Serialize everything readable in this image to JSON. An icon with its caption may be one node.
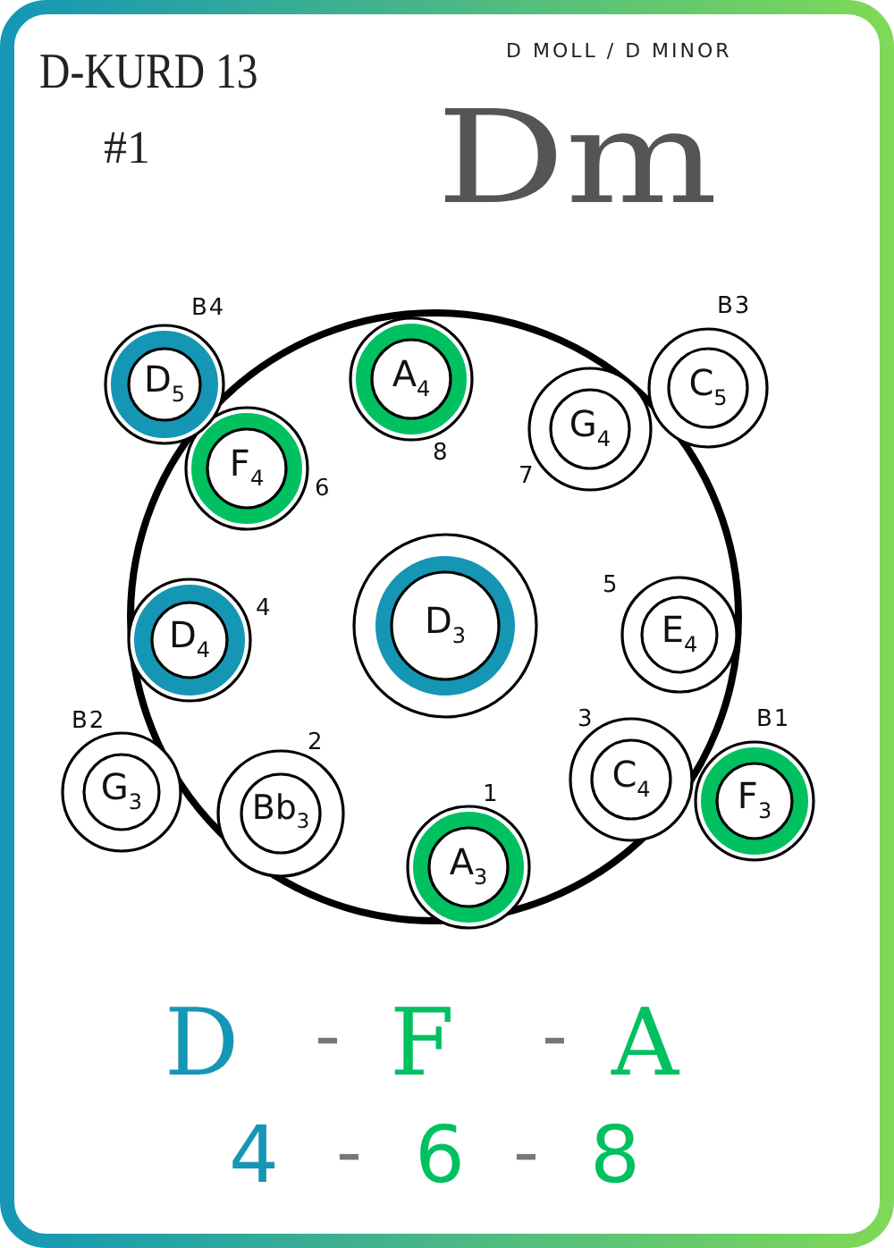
{
  "diagram": {
    "title": "D-KURD 13",
    "nodes": [
      {
        "text": [],
        "shape": "circle"
      },
      {
        "text": [
          "D$_{5}$"
        ],
        "beside": [
          "B4"
        ]
      },
      {
        "text": [
          "A$_{4}$"
        ],
        "beside": [
          "8"
        ],
        "in": 0
      },
      {
        "text": [
          "C$_{5}$"
        ],
        "beside": [
          "B3"
        ]
      },
      {
        "text": [
          "G$_{4}$"
        ],
        "beside": [
          "7"
        ],
        "in": 0
      },
      {
        "text": [
          "F$_{4}$"
        ],
        "beside": [
          "6"
        ],
        "in": 0
      },
      {
        "text": [
          "E$_{4}$"
        ],
        "beside": [
          "5"
        ],
        "in": 0
      },
      {
        "text": [
          "D$_{3}$"
        ],
        "in": 0
      },
      {
        "text": [
          "D$_{4}$"
        ],
        "beside": [
          "4"
        ],
        "in": 0
      },
      {
        "text": [
          "G$_{3}$"
        ],
        "beside": [
          "B2"
        ]
      },
      {
        "text": [
          "Bb$_{3}$"
        ],
        "beside": [
          "2"
        ],
        "in": 0
      },
      {
        "text": [
          "C$_{4}$"
        ],
        "beside": [
          "3"
        ],
        "in": 0
      },
      {
        "text": [
          "F$_{3}$"
        ],
        "beside": [
          "B1"
        ]
      },
      {
        "text": [
          "A$_{3}$"
        ],
        "beside": [
          "1"
        ],
        "in": 0
      }
    ],
    "labels": [
      "#1",
      "D MOLL / D MINOR",
      "Dm",
      "D",
      "-",
      "F",
      "-",
      "A",
      "4",
      "-",
      "6",
      "-",
      "8"
    ]
  }
}
